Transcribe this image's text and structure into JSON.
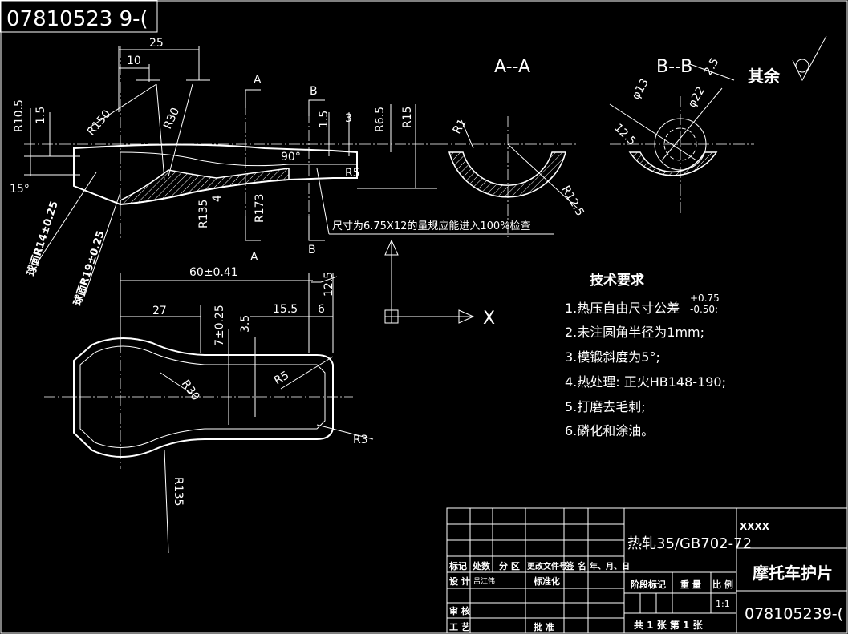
{
  "drawing_number_mirror": "07810523 9-(",
  "sections": {
    "a_label": "A--A",
    "b_label": "B--B",
    "cut_a": "A",
    "cut_b": "B"
  },
  "surface_finish": {
    "value": "12.5",
    "rest_label": "其余"
  },
  "dimensions_top": {
    "d25": "25",
    "d10": "10",
    "r10_5": "R10.5",
    "d1_5a": "1.5",
    "r150": "R150",
    "r30a": "R30",
    "d1_5b": "1.5",
    "d3": "3",
    "r6_5": "R6.5",
    "r15": "R15",
    "d90": "90°",
    "r5a": "R5",
    "d15deg": "15°",
    "d4": "4",
    "r135a": "R135",
    "r173": "R173",
    "sphere14": "球面R14±0.25",
    "sphere19": "球面R19±0.25",
    "gauge_note": "尺寸为6.75X12的量规应能进入100%检查"
  },
  "dimensions_section": {
    "r1": "R1",
    "r12_5": "R12.5",
    "phi13": "φ13",
    "phi22": "φ22",
    "d12_5": "12.5",
    "d2_5": "2.5"
  },
  "dimensions_bottom": {
    "d60": "60±0.41",
    "d12_5": "12.5",
    "d27": "27",
    "d7": "7±0.25",
    "d3_5": "3.5",
    "d15_5": "15.5",
    "d6": "6",
    "r30": "R30",
    "r5": "R5",
    "r3": "R3",
    "r135": "R135"
  },
  "axes": {
    "x_label": "X"
  },
  "technical_requirements": {
    "title": "技术要求",
    "items": [
      "1.热压自由尺寸公差",
      "2.未注圆角半径为1mm;",
      "3.模锻斜度为5°;",
      "4.热处理: 正火HB148-190;",
      "5.打磨去毛刺;",
      "6.磷化和涂油。"
    ],
    "tol_upper": "+0.75",
    "tol_lower": "-0.50;"
  },
  "title_block": {
    "material": "热轧35/GB702-72",
    "company": "XXXX",
    "part_name": "摩托车护片",
    "drawing_number": "078105239-(",
    "headers": [
      "标记",
      "处数",
      "分 区",
      "更改文件号",
      "签 名",
      "年、月、日"
    ],
    "design_label": "设 计",
    "designer": "吕江伟",
    "standard_label": "标准化",
    "review_label": "审 核",
    "process_label": "工 艺",
    "approve_label": "批 准",
    "stage_label": "阶段标记",
    "weight_label": "重 量",
    "scale_label": "比 例",
    "scale_value": "1:1",
    "sheets_label": "共 1 张 第 1 张"
  }
}
